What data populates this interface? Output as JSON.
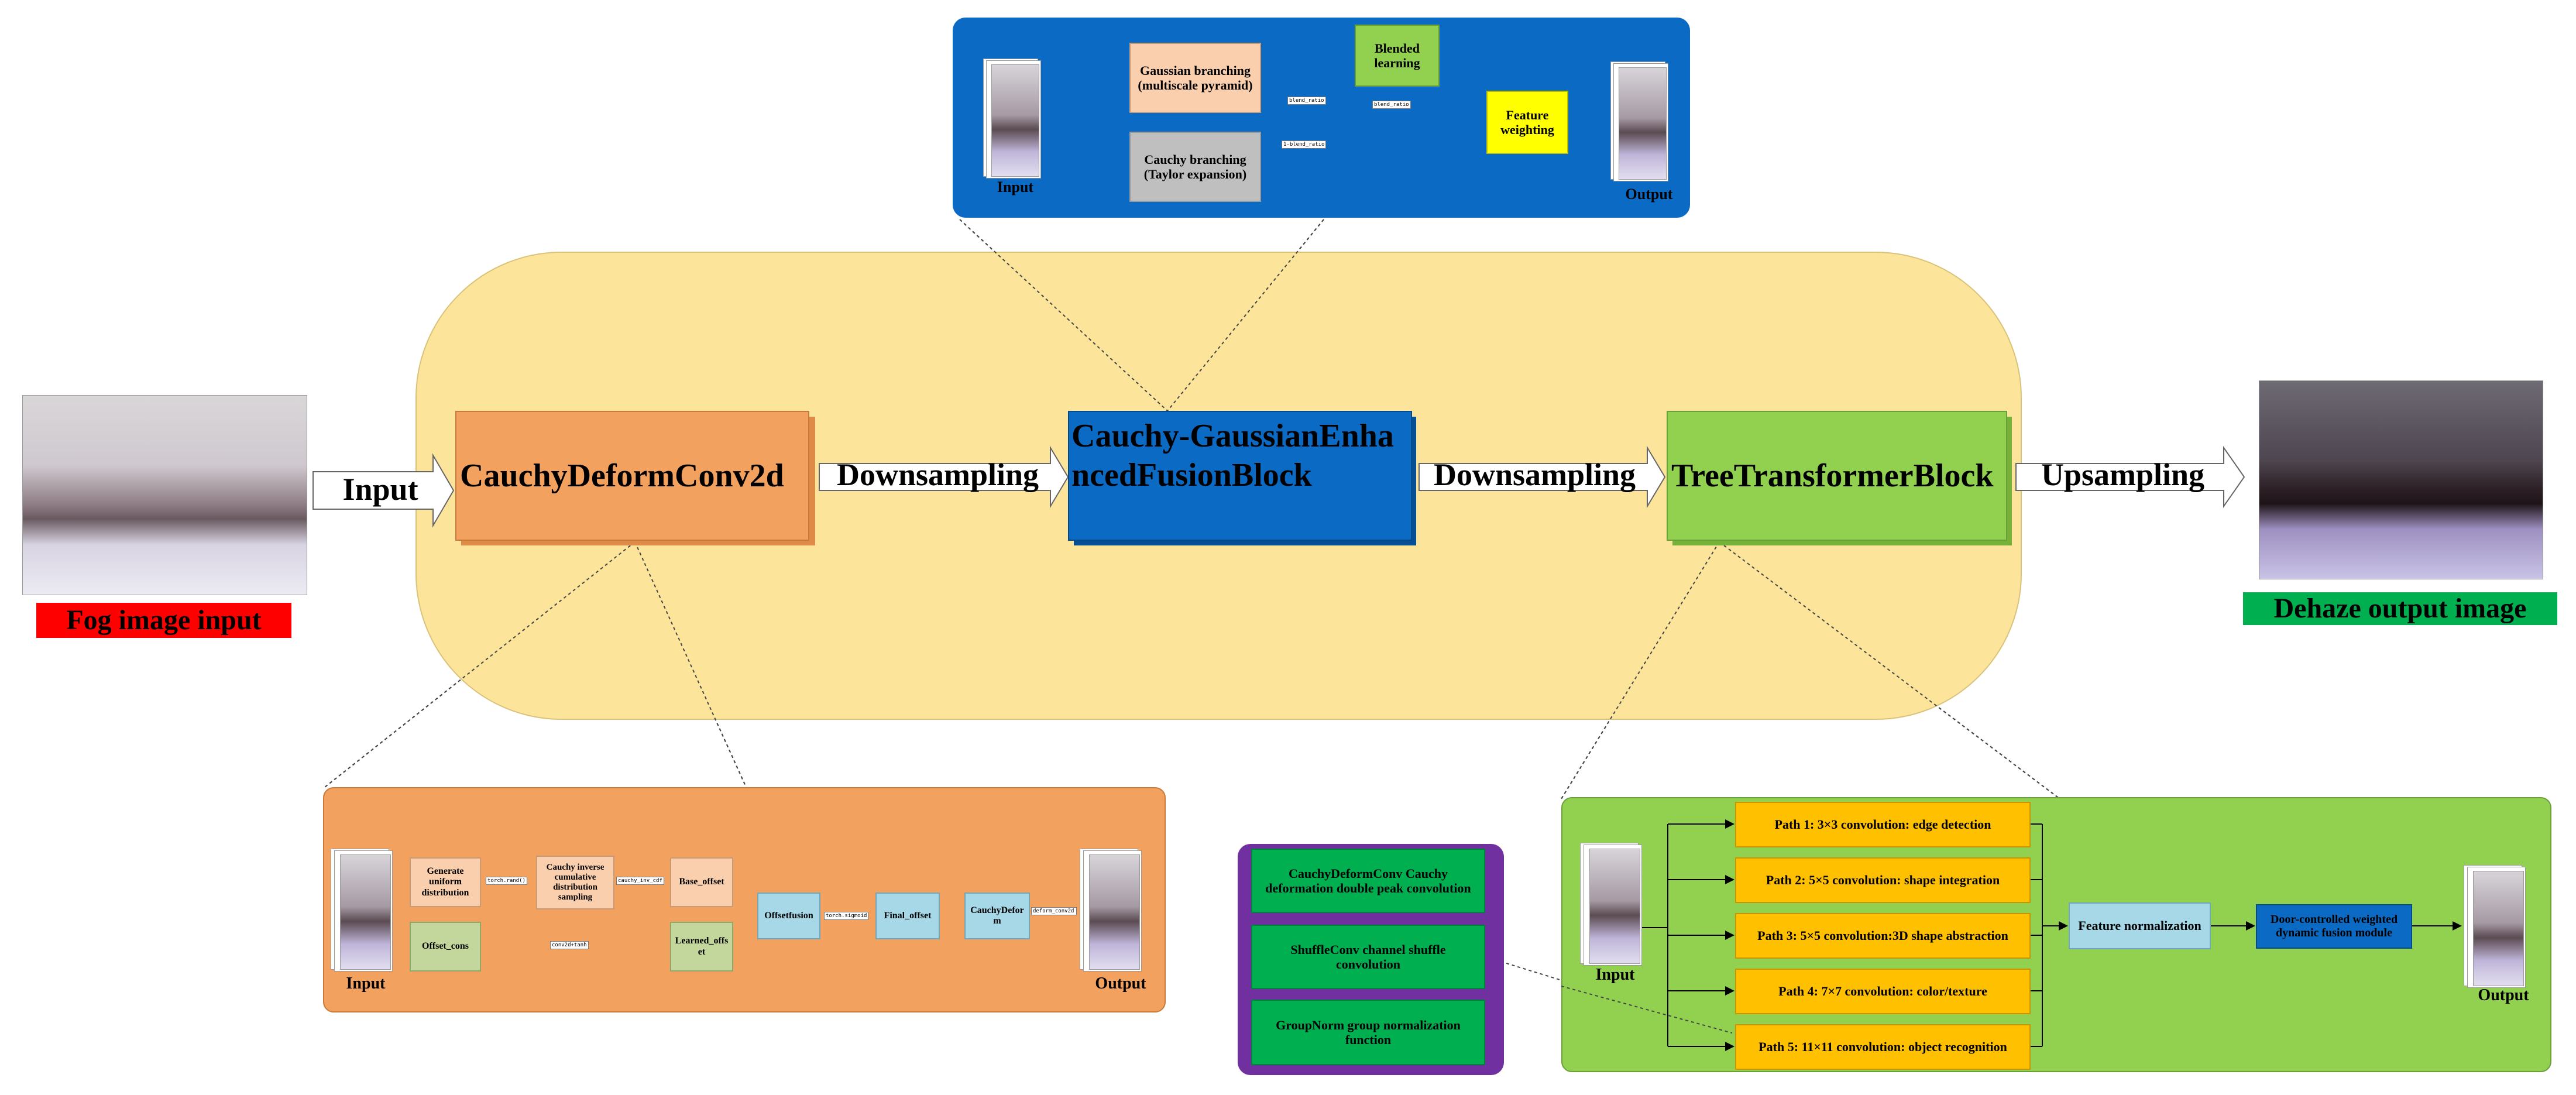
{
  "main": {
    "fog_label": "Fog image input",
    "dehaze_label": "Dehaze output image",
    "arrows": {
      "input": "Input",
      "downsampling_1": "Downsampling",
      "downsampling_2": "Downsampling",
      "upsampling": "Upsampling"
    },
    "blocks": {
      "cauchy_deform": "CauchyDeformConv2d",
      "fusion": "Cauchy-GaussianEnhancedFusionBlock",
      "tree": "TreeTransformerBlock"
    }
  },
  "fusion_detail": {
    "input_label": "Input",
    "output_label": "Output",
    "gaussian_branch": "Gaussian branching (multiscale pyramid)",
    "cauchy_branch": "Cauchy branching (Taylor expansion)",
    "blended_learning": "Blended learning",
    "feature_weighting": "Feature weighting",
    "tag_blend_ratio_1": "blend_ratio",
    "tag_blend_ratio_2": "blend_ratio",
    "tag_one_minus_blend": "1-blend_ratio"
  },
  "deform_detail": {
    "input_label": "Input",
    "output_label": "Output",
    "generate_uniform": "Generate uniform distribution",
    "cauchy_inverse": "Cauchy inverse cumulative distribution sampling",
    "base_offset": "Base_offset",
    "offset_cons": "Offset_cons",
    "learned_offset": "Learned_offset",
    "offset_fusion": "Offsetfusion",
    "final_offset": "Final_offset",
    "cauchy_deform": "CauchyDeform",
    "tag_1": "torch.rand()",
    "tag_2": "cauchy_inv_cdf",
    "tag_3": "conv2d+tanh",
    "tag_4": "torch.sigmoid",
    "tag_5": "deform_conv2d"
  },
  "conv_stack": {
    "items": [
      "CauchyDeformConv Cauchy deformation double peak convolution",
      "ShuffleConv channel shuffle convolution",
      "GroupNorm group normalization function"
    ]
  },
  "tree_detail": {
    "input_label": "Input",
    "output_label": "Output",
    "paths": [
      "Path 1: 3×3 convolution: edge detection",
      "Path 2: 5×5 convolution: shape integration",
      "Path 3: 5×5 convolution:3D shape abstraction",
      "Path 4: 7×7 convolution:  color/texture",
      "Path 5: 11×11 convolution: object recognition"
    ],
    "feature_normalization": "Feature normalization",
    "door_controlled": "Door-controlled weighted dynamic fusion module"
  },
  "colors": {
    "orange": "#f3a15e",
    "blue": "#0a6ac4",
    "green": "#92d050",
    "yellow_bg": "#fde49b",
    "red": "#ff0000",
    "dark_green": "#00b050",
    "purple": "#7030a0",
    "path_yellow": "#ffc000"
  }
}
